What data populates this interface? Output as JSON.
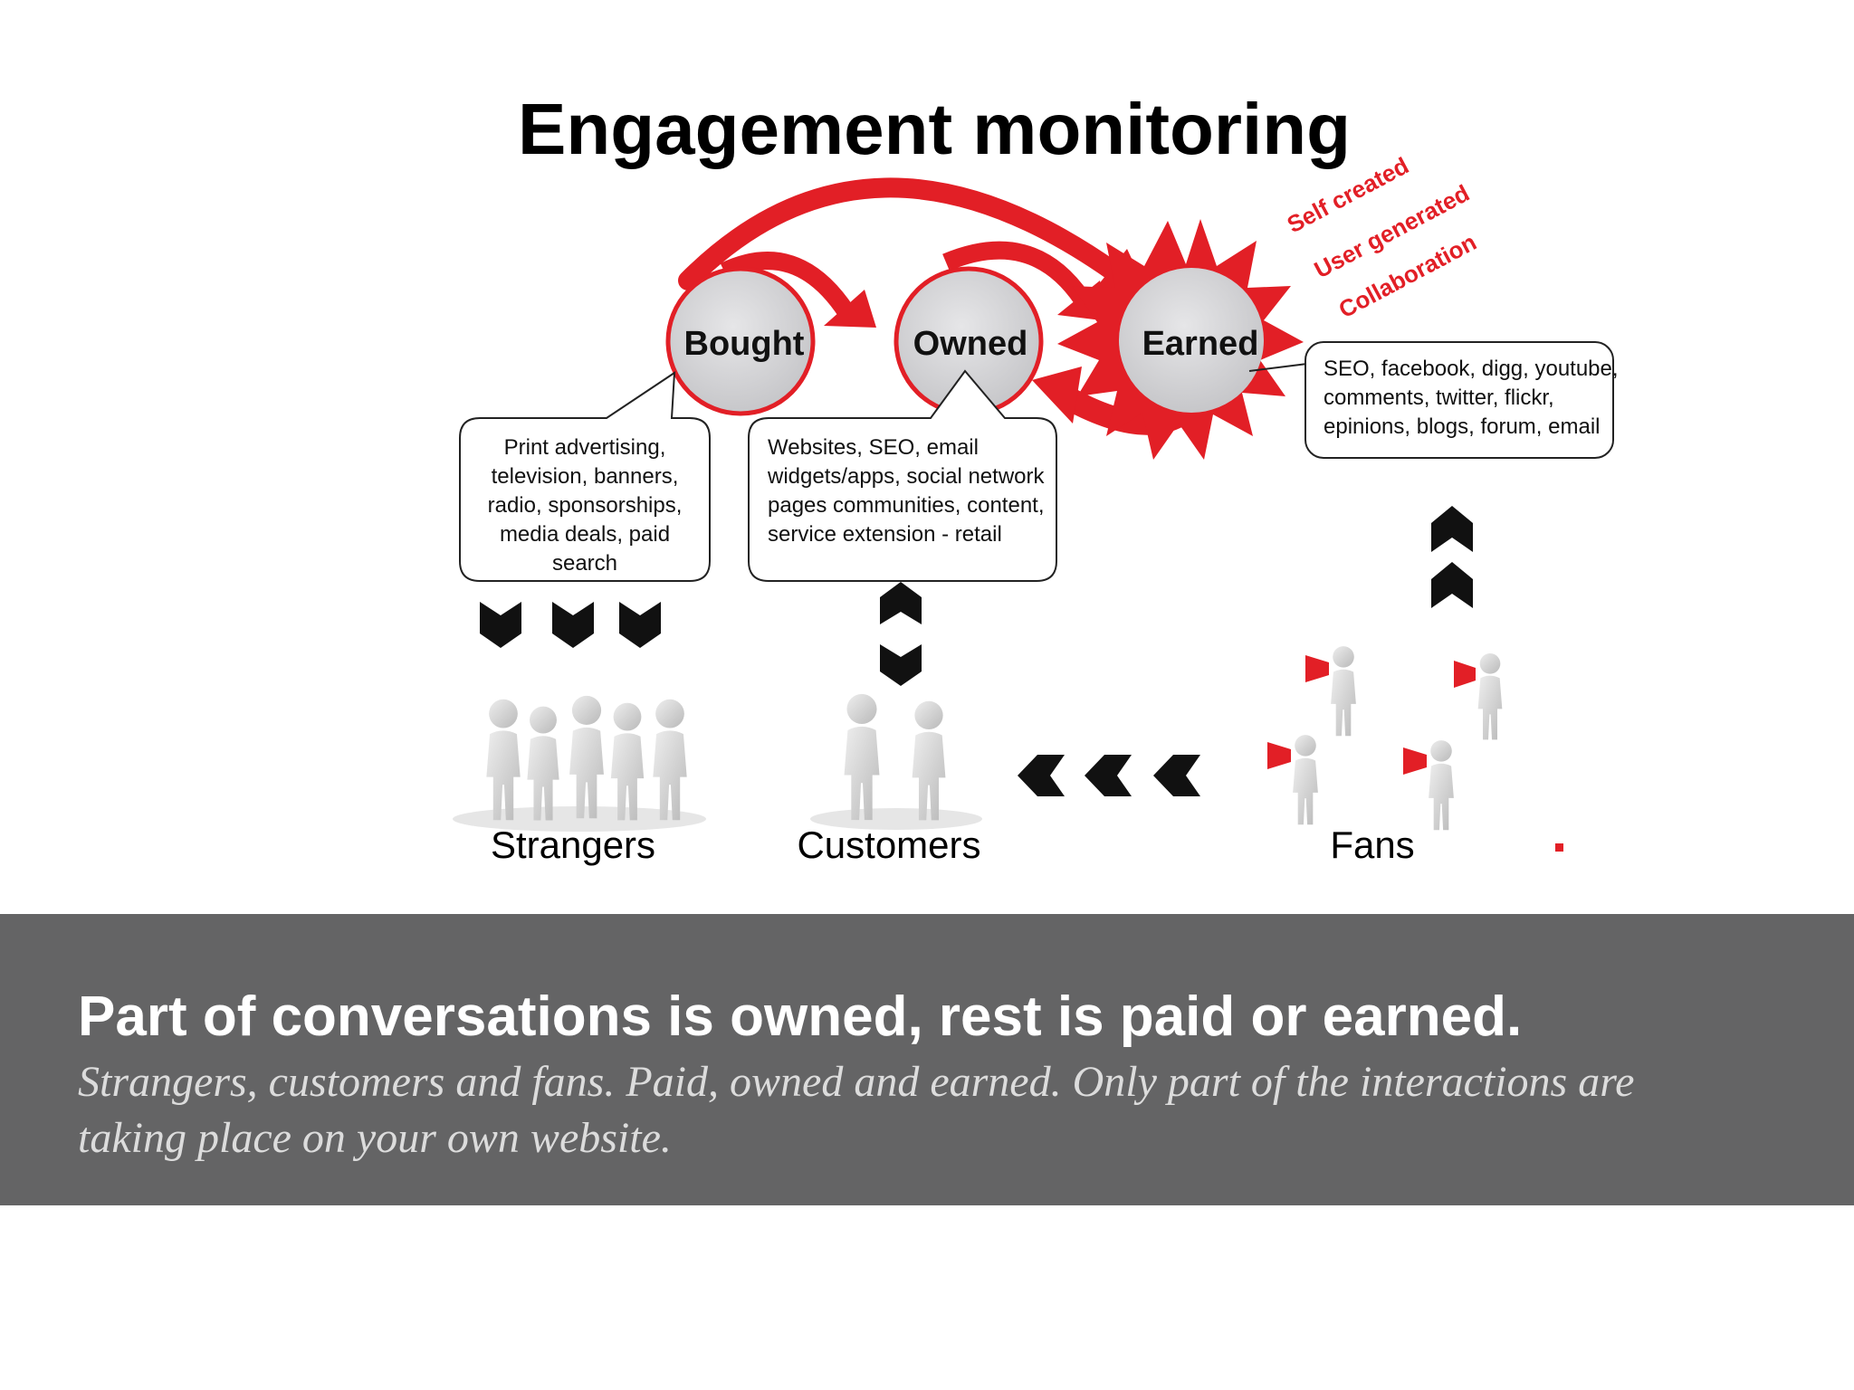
{
  "title": "Engagement monitoring",
  "nodes": {
    "bought": "Bought",
    "owned": "Owned",
    "earned": "Earned"
  },
  "earned_tags": [
    "Self created",
    "User generated",
    "Collaboration"
  ],
  "notes": {
    "bought": [
      "Print advertising,",
      "television, banners,",
      "radio, sponsorships,",
      "media deals, paid",
      "search"
    ],
    "owned": [
      "Websites, SEO, email",
      "widgets/apps, social network",
      "pages communities, content,",
      "service extension - retail"
    ],
    "earned": [
      "SEO, facebook, digg, youtube,",
      "comments, twitter, flickr,",
      "epinions, blogs, forum, email"
    ]
  },
  "groups": {
    "strangers": "Strangers",
    "customers": "Customers",
    "fans": "Fans"
  },
  "colors": {
    "accent_red": "#e21f26",
    "node_fill": "#d4d4d6",
    "caption_bg": "#646465"
  },
  "caption": {
    "headline": "Part of conversations is owned, rest is paid or earned.",
    "body": "Strangers, customers and fans. Paid, owned and earned. Only part of the interactions are taking place on your own website."
  }
}
